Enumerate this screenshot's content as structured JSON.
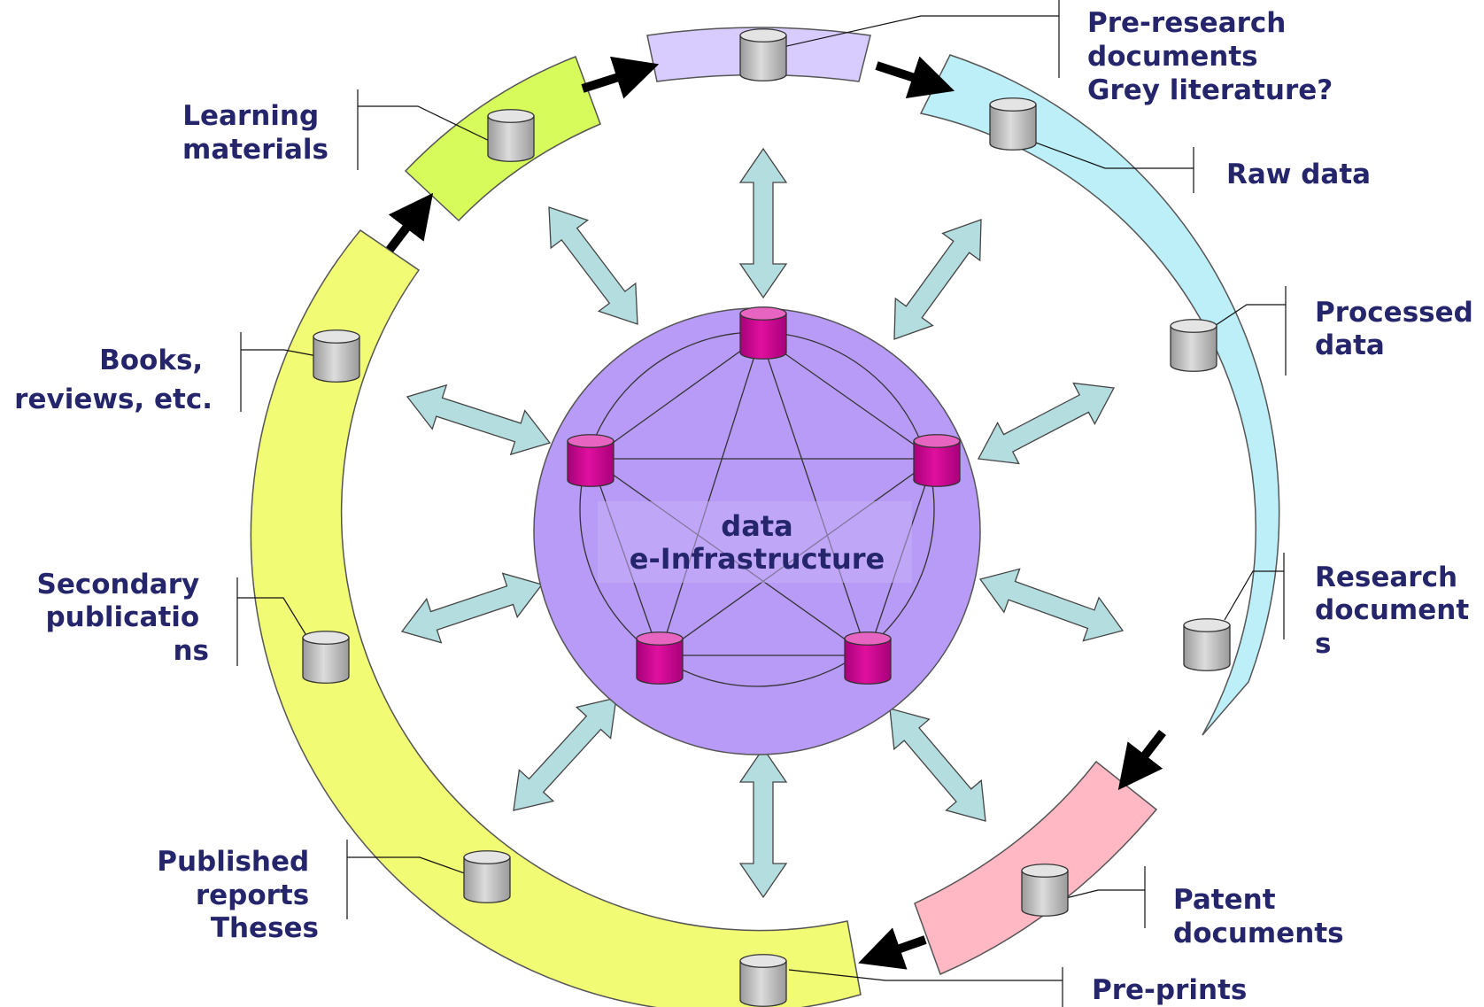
{
  "center": {
    "line1": "data",
    "line2": "e-Infrastructure",
    "fill": "#b89af7",
    "node_color": "#cc0099"
  },
  "labels": {
    "pre_research": [
      "Pre-research",
      "documents",
      "Grey literature?"
    ],
    "raw_data": [
      "Raw data"
    ],
    "processed_data": [
      "Processed",
      "data"
    ],
    "research_docs": [
      "Research",
      "document",
      "s"
    ],
    "patent_docs": [
      "Patent",
      "documents"
    ],
    "pre_prints": [
      "Pre-prints"
    ],
    "published": [
      "Published",
      "reports",
      "Theses"
    ],
    "secondary": [
      "Secondary",
      "publicatio",
      "ns"
    ],
    "books": [
      "Books,",
      "reviews, etc."
    ],
    "learning": [
      "Learning",
      "materials"
    ]
  },
  "colors": {
    "purple_segment": "#d8ccff",
    "cyan_segment": "#bdeff9",
    "pink_segment": "#ffb8c4",
    "yellow_segment": "#f2fb74",
    "green_segment": "#d6fb5a",
    "double_arrow": "#b4dde0",
    "label_text": "#25256b"
  }
}
